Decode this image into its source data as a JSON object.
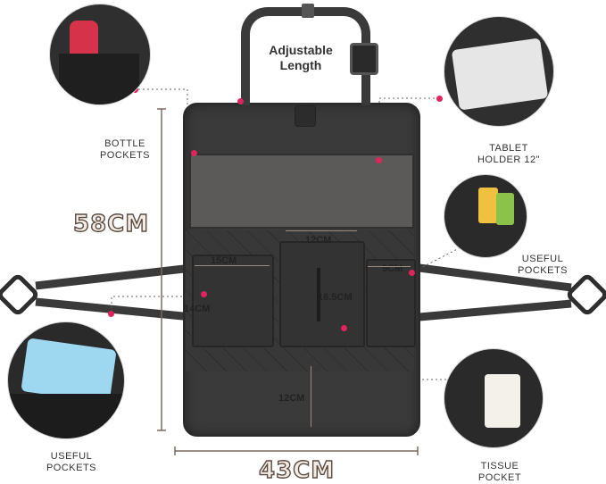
{
  "labels": {
    "adjustable_length": "Adjustable Length",
    "bottle_pockets": "BOTTLE POCKETS",
    "tablet_holder": "TABLET HOLDER 12\"",
    "useful_pockets_right": "USEFUL POCKETS",
    "useful_pockets_left": "USEFUL POCKETS",
    "tissue_pocket": "TISSUE POCKET"
  },
  "dimensions": {
    "height": "58CM",
    "width": "43CM",
    "pocket_top": "12CM",
    "pocket_left_width": "15CM",
    "pocket_left_height": "14CM",
    "pocket_mid_height": "16.5CM",
    "pocket_right_width": "9CM",
    "bottom_gap": "12CM"
  },
  "colors": {
    "organizer": "#3b3b3b",
    "organizer_dark": "#2b2b2b",
    "accent_pin": "#e0245e",
    "measure_line": "#7a6a60",
    "big_text_fill": "#f3ece4",
    "big_text_stroke": "#5a4a40"
  }
}
